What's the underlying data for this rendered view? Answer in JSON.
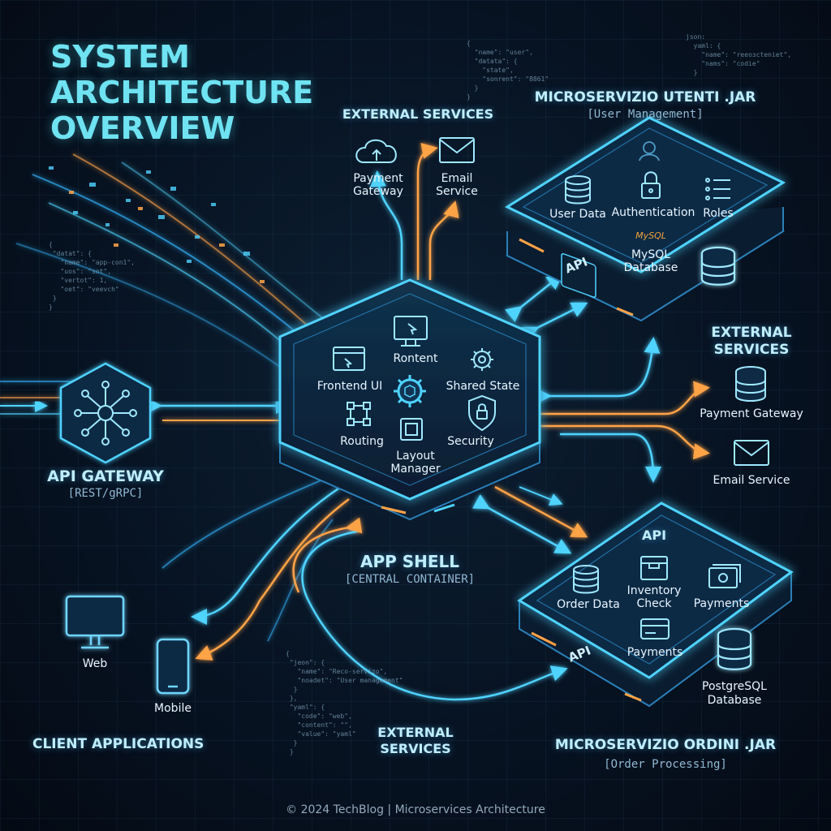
{
  "title_lines": [
    "SYSTEM",
    "ARCHITECTURE",
    "OVERVIEW"
  ],
  "app_shell": {
    "heading": "APP SHELL",
    "subtitle": "[CENTRAL CONTAINER]",
    "modules": [
      "Rontent",
      "Frontend UI",
      "Shared State",
      "Routing",
      "Layout Manager",
      "Security"
    ]
  },
  "api_gateway": {
    "heading": "API GATEWAY",
    "subtitle": "[REST/gRPC]"
  },
  "clients": {
    "heading": "CLIENT APPLICATIONS",
    "web": "Web",
    "mobile": "Mobile"
  },
  "external_top": {
    "heading": "EXTERNAL SERVICES",
    "payment": "Payment Gateway",
    "email": "Email Service"
  },
  "external_right": {
    "heading_line1": "EXTERNAL",
    "heading_line2": "SERVICES",
    "payment": "Payment Gateway",
    "email": "Email Service"
  },
  "external_bottom": {
    "heading_line1": "EXTERNAL",
    "heading_line2": "SERVICES"
  },
  "users_service": {
    "heading": "MICROSERVIZIO UTENTI .JAR",
    "subtitle": "[User Management]",
    "api": "API",
    "items": [
      "User Data",
      "Authentication",
      "Roles"
    ],
    "mysql_logo": "MySQL",
    "db_line1": "MySQL",
    "db_line2": "Database"
  },
  "orders_service": {
    "heading": "MICROSERVIZIO ORDINI .JAR",
    "subtitle": "[Order Processing]",
    "api_top": "API",
    "api_side": "API",
    "items": [
      "Order Data",
      "Inventory Check",
      "Payments",
      "Payments"
    ],
    "db_line1": "PostgreSQL",
    "db_line2": "Database"
  },
  "code_snippets": {
    "top_right": "json:\n  yaml: {\n    \"name\": \"reeoзcteniet\",\n    \"nams\": \"codie\"\n  }",
    "top_mid": "{\n  \"name\": \"user\",\n  \"datata\": {\n    \"state\",\n    \"sonrent\": \"8861\"\n  }\n}",
    "left": "{\n \"datat\": {\n   \"name\": \"app-con1\",\n   \"uos\": \"sot\",\n   \"vertot\": 1,\n   \"oet\": \"veevch\"\n }\n}",
    "bottom": "{\n \"jeon\": {\n   \"name\": \"Reco-servizo\",\n   \"noadet\": \"User management\"\n  }\n },\n \"yaml\": {\n   \"code\": \"web\",\n   \"content\": \"\",\n   \"value\": \"yaml\"\n  }\n }"
  },
  "footer": "© 2024 TechBlog | Microservices Architecture",
  "colors": {
    "cyan": "#4fd3ff",
    "orange": "#ffa347",
    "title": "#6fe3f2"
  }
}
